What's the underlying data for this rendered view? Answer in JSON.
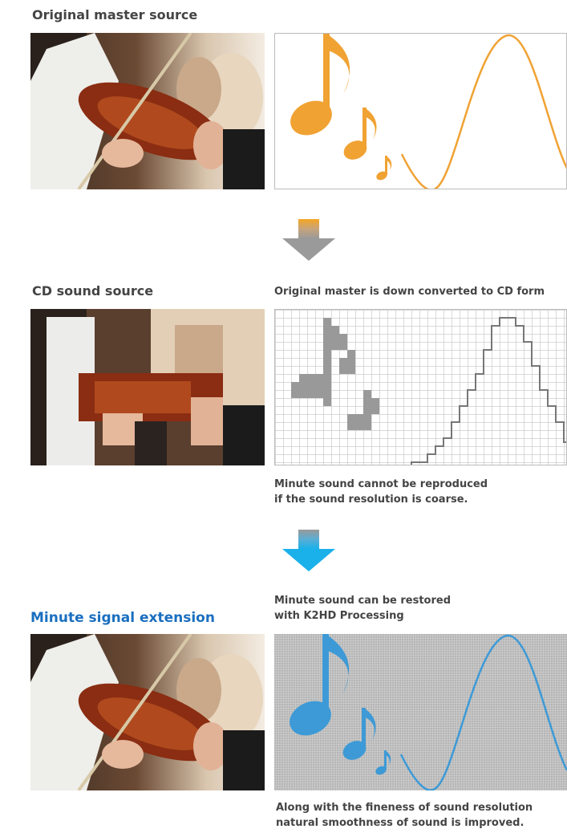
{
  "sections": [
    {
      "heading": "Original master source",
      "photo_icon": "violinist-photo",
      "panel_icon": "sine-wave-with-notes"
    },
    {
      "heading": "CD sound source",
      "caption_top": "Original master is down converted to CD form",
      "caption_bottom_line1": "Minute sound cannot be reproduced",
      "caption_bottom_line2": "if the sound resolution is coarse.",
      "photo_icon": "pixelated-violinist-photo",
      "panel_icon": "stepped-wave-grid"
    },
    {
      "heading": "Minute signal extension",
      "caption_top_line1": "Minute sound can be restored",
      "caption_top_line2": "with K2HD Processing",
      "caption_bottom_line1": "Along with the fineness of sound resolution",
      "caption_bottom_line2": "natural smoothness of sound is improved.",
      "photo_icon": "violinist-photo",
      "panel_icon": "fine-grid-wave"
    }
  ],
  "arrows": [
    {
      "icon": "arrow-down-icon",
      "colors": [
        "#f5a623",
        "#9a9a9a"
      ]
    },
    {
      "icon": "arrow-down-icon",
      "colors": [
        "#999999",
        "#1ab0ea"
      ]
    }
  ],
  "colors": {
    "orange": "#f0a233",
    "gray_wave": "#777777",
    "blue_wave": "#3d9ad6",
    "heading_blue": "#1a6fc0"
  }
}
